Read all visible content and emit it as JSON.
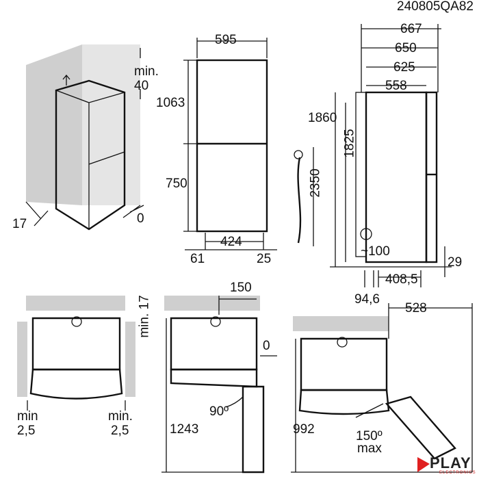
{
  "model_code": "240805QA82",
  "perspective": {
    "clearance_top": "min.",
    "clearance_top_value": "40",
    "side_gap": "17",
    "back_gap": "0"
  },
  "front_view": {
    "width": "595",
    "upper_height": "1063",
    "lower_height": "750",
    "feet_spacing": "424",
    "left_offset": "61",
    "right_offset": "25"
  },
  "cable": {
    "length": "2350"
  },
  "side_view": {
    "depth_total": "667",
    "depth_650": "650",
    "depth_625": "625",
    "depth_558": "558",
    "height_total": "1860",
    "height_body": "1825",
    "plug_height": "~100",
    "foot_height": "29",
    "foot_depth": "408,5",
    "foot_offset": "94,6"
  },
  "top_views": {
    "rear_gap": "min. 17",
    "side_left": [
      "min",
      "2,5"
    ],
    "side_right": [
      "min.",
      "2,5"
    ],
    "door_offset": "150",
    "wall_gap": "0",
    "angle_90": "90º",
    "depth_90": "1243",
    "width_150": "528",
    "depth_150": "992",
    "angle_150": [
      "150º",
      "max"
    ]
  },
  "logo": {
    "brand": "PLAY",
    "sub": "ELECTRONICS",
    "color": "#e02020"
  }
}
